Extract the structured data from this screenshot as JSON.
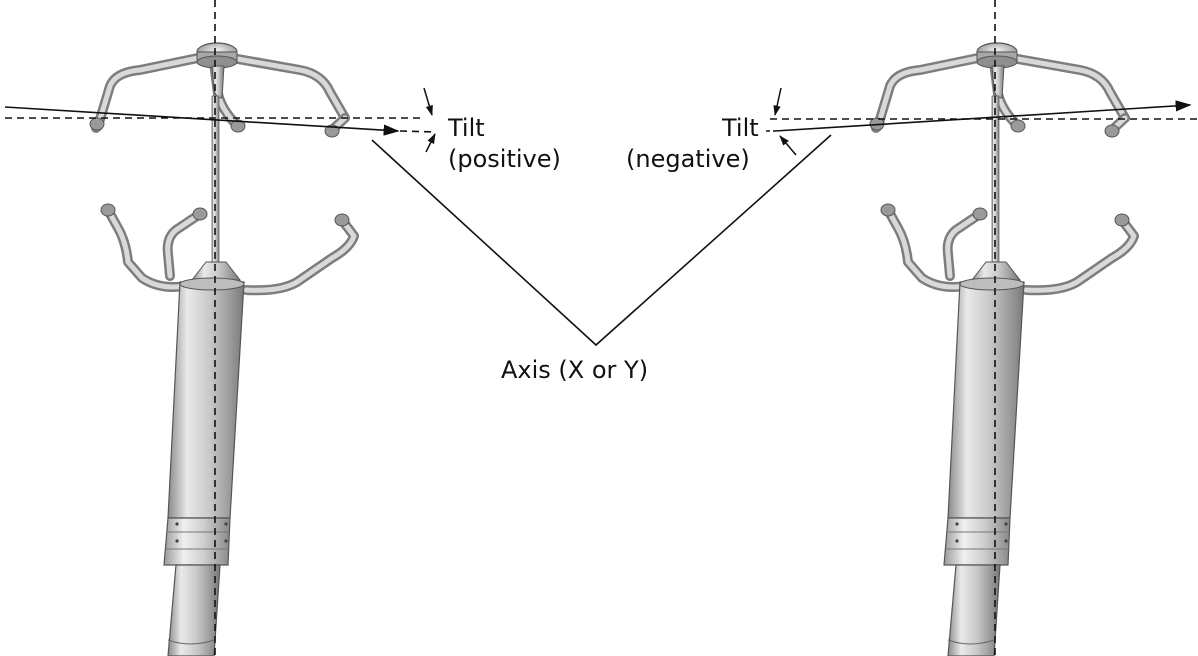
{
  "labels": {
    "tilt_positive": "Tilt",
    "tilt_positive_sign": "(positive)",
    "tilt_negative": "Tilt",
    "tilt_negative_sign": "(negative)",
    "axis": "Axis (X or Y)"
  },
  "colors": {
    "line": "#111111",
    "metal_light": "#e6e6e6",
    "metal_mid": "#b5b5b5",
    "metal_dark": "#6e6e6e"
  },
  "icons": [
    "anemometer-sensor",
    "arrow-icon"
  ]
}
